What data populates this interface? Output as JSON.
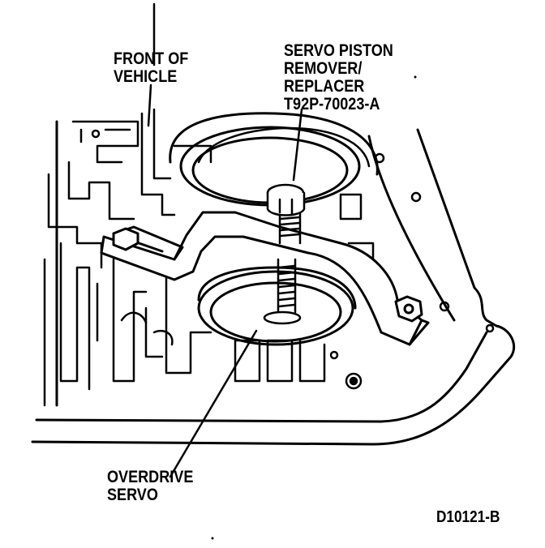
{
  "labels": {
    "front_of_vehicle": [
      "FRONT OF",
      "VEHICLE"
    ],
    "tool": [
      "SERVO PISTON",
      "REMOVER/",
      "REPLACER",
      "T92P-70023-A"
    ],
    "servo": [
      "OVERDRIVE",
      "SERVO"
    ],
    "figure_id": "D10121-B"
  }
}
